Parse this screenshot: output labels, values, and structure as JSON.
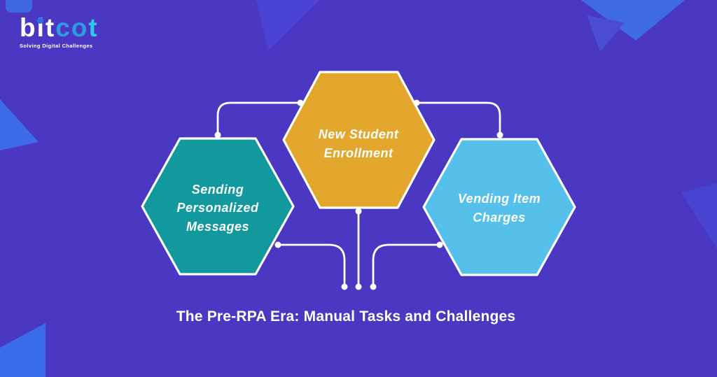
{
  "logo": {
    "brand_white": "bit",
    "brand_accent_primary": "co",
    "brand_accent_secondary": "t",
    "tagline": "Solving Digital Challenges"
  },
  "title": "The Pre-RPA Era: Manual Tasks and Challenges",
  "colors": {
    "background": "#4A38C2",
    "connector": "#FFFFFF",
    "text": "#FFFFFF",
    "logo_blue": "#2D9BE2",
    "logo_cyan": "#2FC7EC",
    "logo_dot_blue": "#2E6FE8",
    "decor_square_top_left": "#3E68E0",
    "decor_triangle_top_center": "#4A43D6",
    "decor_triangle_top_right": "#3F6BE2",
    "decor_triangle_top_right_small": "#4A4CD1",
    "decor_triangle_left": "#3D6BE8",
    "decor_triangle_right": "#4744CF",
    "decor_shape_bottom_left": "#3A6BE8"
  },
  "diagram": {
    "hexagons": [
      {
        "id": "sending-personalized-messages",
        "color": "#12999E",
        "label_lines": [
          "Sending",
          "Personalized",
          "Messages"
        ]
      },
      {
        "id": "new-student-enrollment",
        "color": "#E2A72C",
        "label_lines": [
          "New Student",
          "Enrollment"
        ]
      },
      {
        "id": "vending-item-charges",
        "color": "#55C0EA",
        "label_lines": [
          "Vending Item",
          "Charges"
        ]
      }
    ]
  }
}
